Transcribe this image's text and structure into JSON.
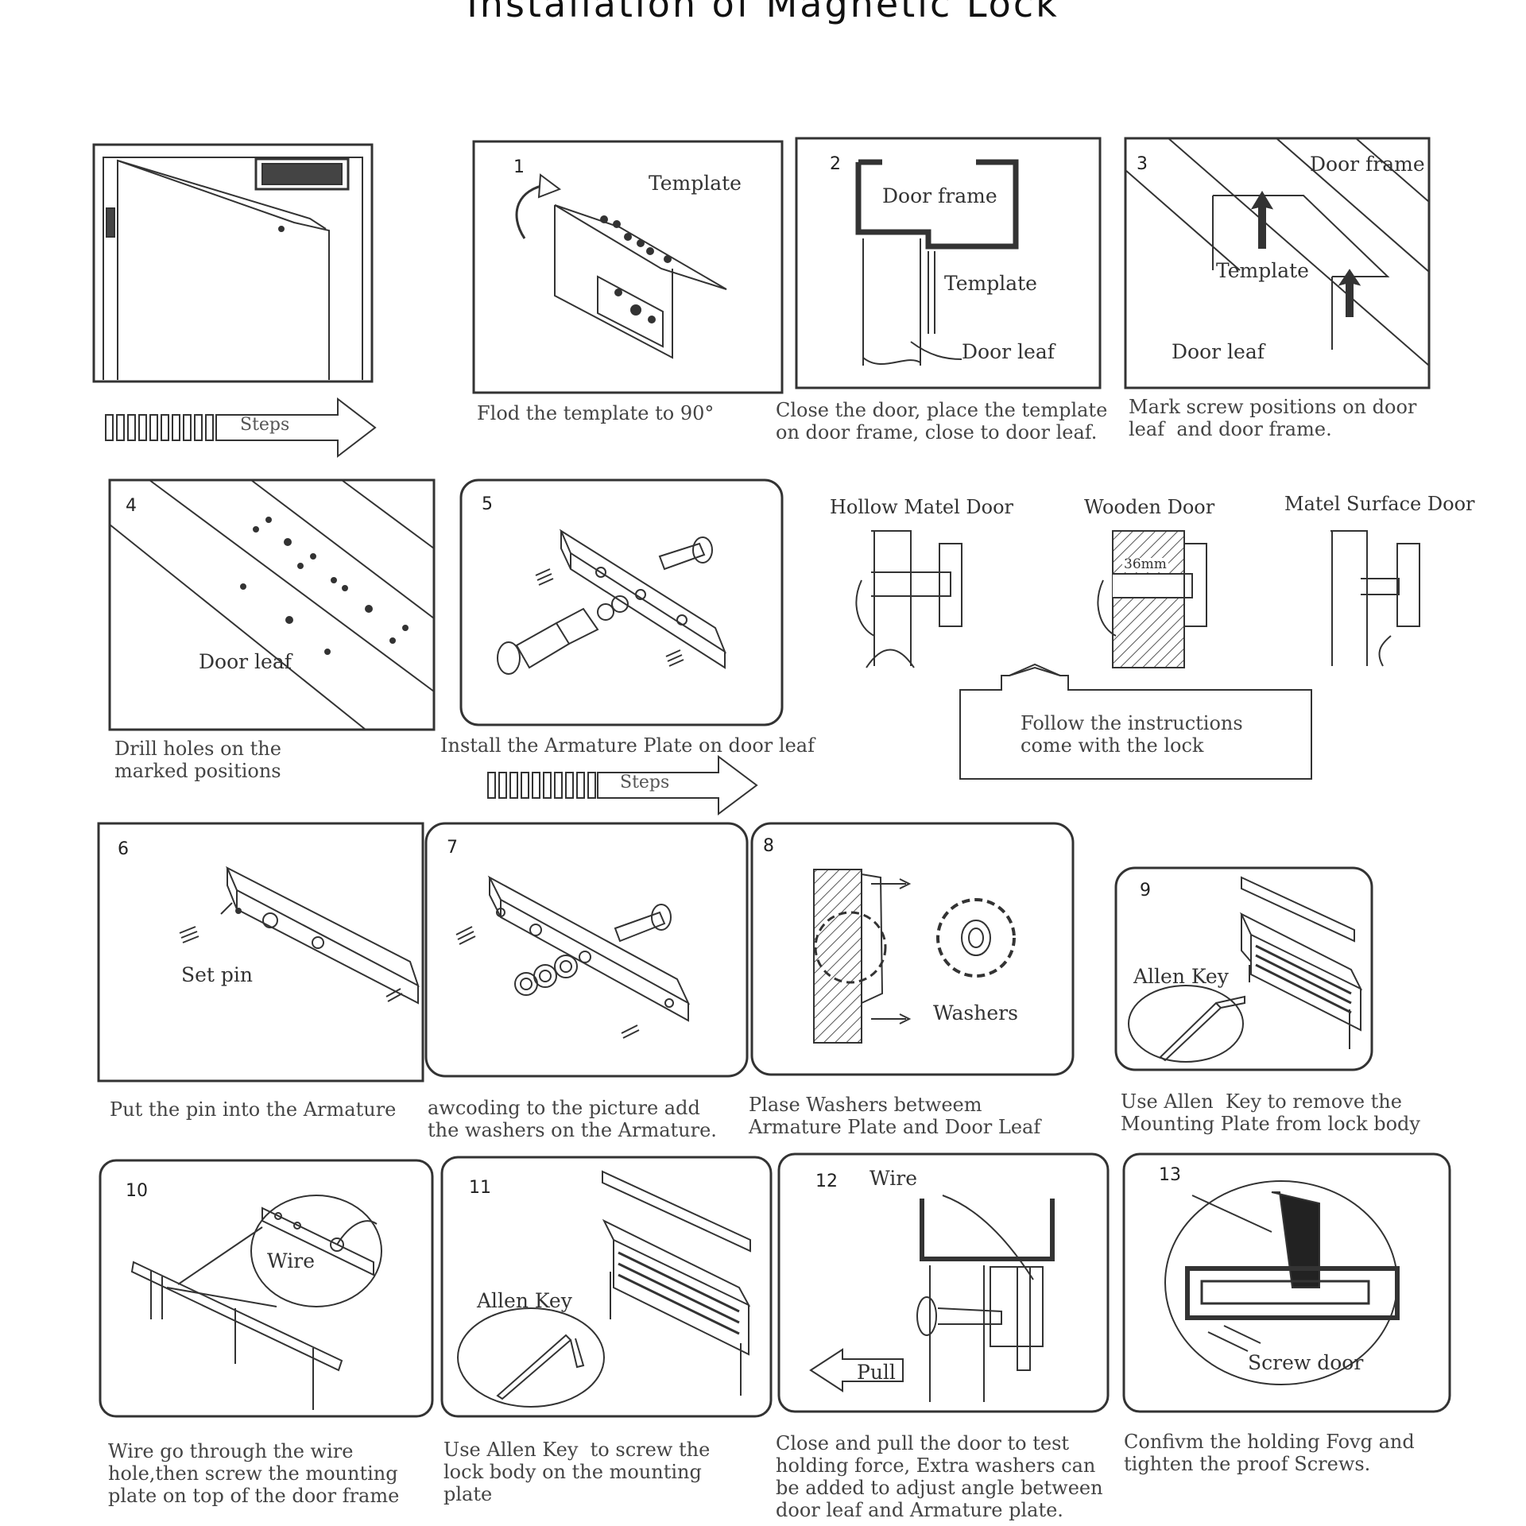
{
  "title": "Installation of Magnetic Lock",
  "steps_label": "Steps",
  "panels": [
    {
      "num": "1",
      "labels": [
        "Template"
      ],
      "caption": "Flod the template to 90°"
    },
    {
      "num": "2",
      "labels": [
        "Door frame",
        "Template",
        "Door leaf"
      ],
      "caption": "Close the door, place the template\non door frame, close to door leaf."
    },
    {
      "num": "3",
      "labels": [
        "Door frame",
        "Template",
        "Door leaf"
      ],
      "caption": "Mark screw positions on door\nleaf  and door frame."
    },
    {
      "num": "4",
      "labels": [
        "Door leaf"
      ],
      "caption": "Drill holes on the\nmarked positions"
    },
    {
      "num": "5",
      "labels": [],
      "caption": "Install the Armature Plate on door leaf"
    },
    {
      "num": "6",
      "labels": [
        "Set pin"
      ],
      "caption": "Put the pin into the Armature"
    },
    {
      "num": "7",
      "labels": [],
      "caption": "awcoding to the picture add\nthe washers on the Armature."
    },
    {
      "num": "8",
      "labels": [
        "Washers"
      ],
      "caption": "Plase Washers betweem\nArmature Plate and Door Leaf"
    },
    {
      "num": "9",
      "labels": [
        "Allen Key"
      ],
      "caption": "Use Allen  Key to remove the\nMounting Plate from lock body"
    },
    {
      "num": "10",
      "labels": [
        "Wire"
      ],
      "caption": "Wire go through the wire\nhole,then screw the mounting\nplate on top of the door frame"
    },
    {
      "num": "11",
      "labels": [
        "Allen Key"
      ],
      "caption": "Use Allen Key  to screw the\nlock body on the mounting\nplate"
    },
    {
      "num": "12",
      "labels": [
        "Wire",
        "Pull"
      ],
      "caption": "Close and pull the door to test\nholding force, Extra washers can\nbe added to adjust angle between\ndoor leaf and Armature plate."
    },
    {
      "num": "13",
      "labels": [
        "Screw door"
      ],
      "caption": "Confivm the holding Fovg and\ntighten the proof Screws."
    }
  ],
  "door_types": {
    "hollow": "Hollow Matel Door",
    "wooden": "Wooden Door",
    "wooden_dim": "36mm",
    "surface": "Matel Surface Door",
    "follow": "Follow the instructions\ncome with the lock"
  }
}
